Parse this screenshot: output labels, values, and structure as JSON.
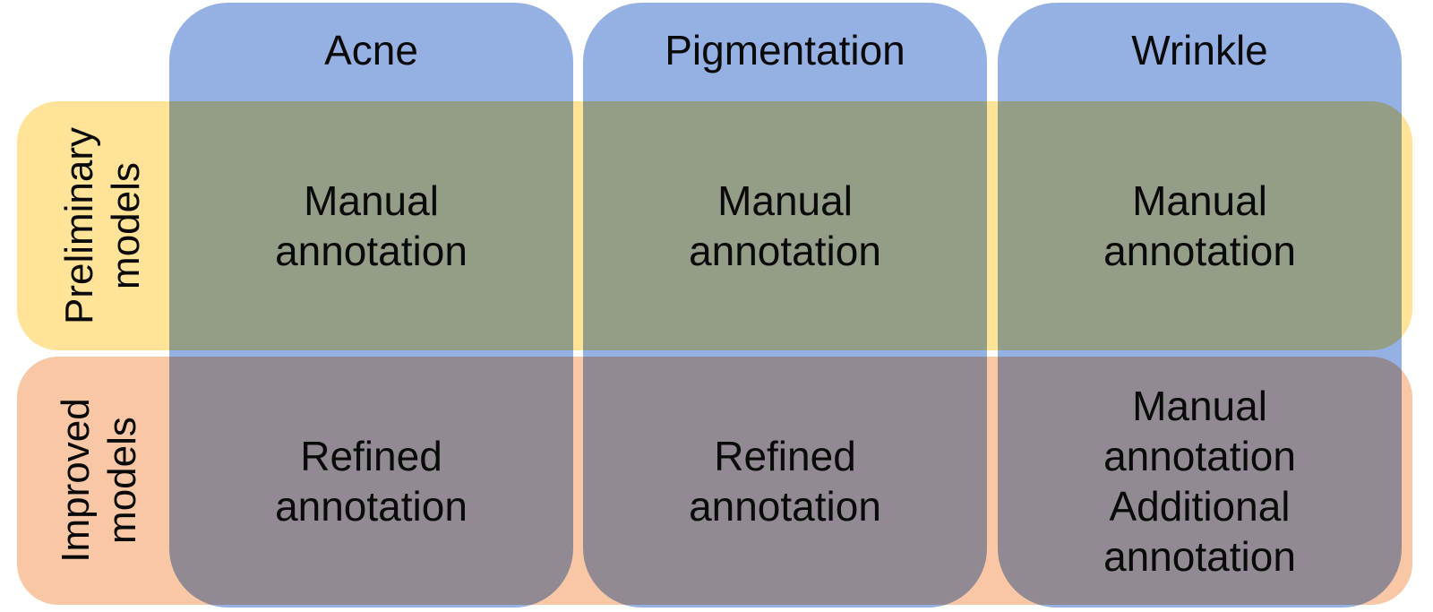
{
  "columns": [
    {
      "title": "Acne"
    },
    {
      "title": "Pigmentation"
    },
    {
      "title": "Wrinkle"
    }
  ],
  "rows": [
    {
      "label_line1": "Preliminary",
      "label_line2": "models"
    },
    {
      "label_line1": "Improved",
      "label_line2": "models"
    }
  ],
  "cells": {
    "prelim": [
      {
        "line1": "Manual",
        "line2": "annotation"
      },
      {
        "line1": "Manual",
        "line2": "annotation"
      },
      {
        "line1": "Manual",
        "line2": "annotation"
      }
    ],
    "improved": [
      {
        "line1": "Refined",
        "line2": "annotation"
      },
      {
        "line1": "Refined",
        "line2": "annotation"
      },
      {
        "line1": "Manual",
        "line2": "annotation",
        "line3": "Additional",
        "line4": "annotation"
      }
    ]
  },
  "colors": {
    "column_fill": "#95b0e2",
    "preliminary_band": "#fee398",
    "improved_band": "#f8c8a6",
    "text": "#0a0a0a"
  }
}
